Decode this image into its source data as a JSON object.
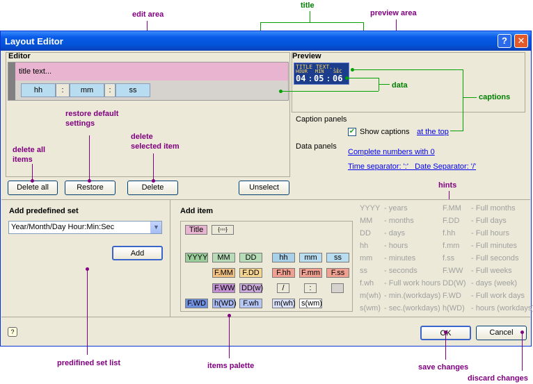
{
  "callouts": {
    "edit_area": "edit area",
    "title": "title",
    "preview_area": "preview area",
    "data": "data",
    "captions": "captions",
    "restore_default": "restore default\nsettings",
    "delete_selected": "delete\nselected item",
    "delete_all": "delete all\nitems",
    "hints": "hints",
    "predefined_list": "predifined set list",
    "items_palette": "items palette",
    "save_changes": "save changes",
    "discard_changes": "discard changes"
  },
  "window": {
    "title": "Layout Editor",
    "help_glyph": "?",
    "close_glyph": "✕"
  },
  "editor": {
    "label": "Editor",
    "title_text": "title text...",
    "segments": [
      "hh",
      ":",
      "mm",
      ":",
      "ss"
    ]
  },
  "preview": {
    "label": "Preview",
    "title_line": "TITLE TEXT...",
    "captions": [
      "HOUR",
      "MIN",
      "SEC"
    ],
    "digits": [
      "04",
      "05",
      "06"
    ],
    "separator": ":"
  },
  "settings": {
    "caption_panels_label": "Caption panels",
    "show_captions_label": "Show captions",
    "show_captions_checked": true,
    "caption_position_link": "at the top",
    "data_panels_label": "Data panels",
    "complete_numbers_link": "Complete numbers with 0",
    "separator_link": "Time separator: ':'   Date Separator: '/'"
  },
  "buttons": {
    "delete_all": "Delete all",
    "restore": "Restore",
    "delete": "Delete",
    "unselect": "Unselect",
    "add": "Add",
    "ok": "OK",
    "cancel": "Cancel"
  },
  "predefined": {
    "label": "Add predefined set",
    "selected": "Year/Month/Day Hour:Min:Sec"
  },
  "palette": {
    "label": "Add item",
    "row1": [
      "Title",
      "{▫▫▫}"
    ],
    "row2": [
      "YYYY",
      "MM",
      "DD",
      "hh",
      "mm",
      "ss"
    ],
    "row3": [
      "F.MM",
      "F.DD",
      "F.hh",
      "F.mm",
      "F.ss"
    ],
    "row4": [
      "F.WW",
      "DD(w)",
      "/",
      ":",
      ""
    ],
    "row5": [
      "F.WD",
      "h(WD)",
      "F.wh",
      "m(wh)",
      "s(wm)"
    ]
  },
  "hints": {
    "left": [
      {
        "code": "YYYY",
        "desc": "- years"
      },
      {
        "code": "MM",
        "desc": "- months"
      },
      {
        "code": "DD",
        "desc": "- days"
      },
      {
        "code": "hh",
        "desc": "- hours"
      },
      {
        "code": "mm",
        "desc": "- minutes"
      },
      {
        "code": "ss",
        "desc": "- seconds"
      },
      {
        "code": "f.wh",
        "desc": "- Full work hours"
      },
      {
        "code": "m(wh)",
        "desc": "- min.(workdays)"
      },
      {
        "code": "s(wm)",
        "desc": "- sec.(workdays)"
      }
    ],
    "right": [
      {
        "code": "F.MM",
        "desc": "- Full months"
      },
      {
        "code": "F.DD",
        "desc": "- Full days"
      },
      {
        "code": "f.hh",
        "desc": "- Full hours"
      },
      {
        "code": "f.mm",
        "desc": "- Full minutes"
      },
      {
        "code": "f.ss",
        "desc": "- Full seconds"
      },
      {
        "code": "F.WW",
        "desc": "- Full weeks"
      },
      {
        "code": "DD(W)",
        "desc": "- days (week)"
      },
      {
        "code": "F.WD",
        "desc": "- Full work days"
      },
      {
        "code": "h(WD)",
        "desc": "- hours (workdays)"
      }
    ]
  },
  "colors": {
    "title_bar": "#0a5ce9",
    "editor_title_bg": "#e8b4d0",
    "editor_data_bg": "#d6d3ce",
    "segment_bg": "#b8dcf0",
    "preview_bg": "#1c3c8c",
    "preview_text": "#ffd75a",
    "callout": "#800080",
    "callout_green": "#008000"
  }
}
